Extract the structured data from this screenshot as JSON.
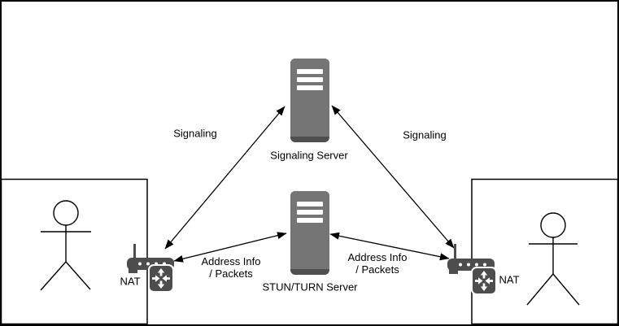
{
  "diagram": {
    "labels": {
      "signaling_server": "Signaling Server",
      "stun_turn_server": "STUN/TURN Server",
      "nat_left": "NAT",
      "nat_right": "NAT",
      "signaling_left": "Signaling",
      "signaling_right": "Signaling",
      "address_left_line1": "Address Info",
      "address_left_line2": "/ Packets",
      "address_right_line1": "Address Info",
      "address_right_line2": "/ Packets"
    },
    "colors": {
      "background": "#ffffff",
      "server_body": "#757575",
      "server_base": "#4f4f4f",
      "server_slots": "#ffffff",
      "router_fill": "#4d4d4d",
      "line": "#000000"
    }
  }
}
